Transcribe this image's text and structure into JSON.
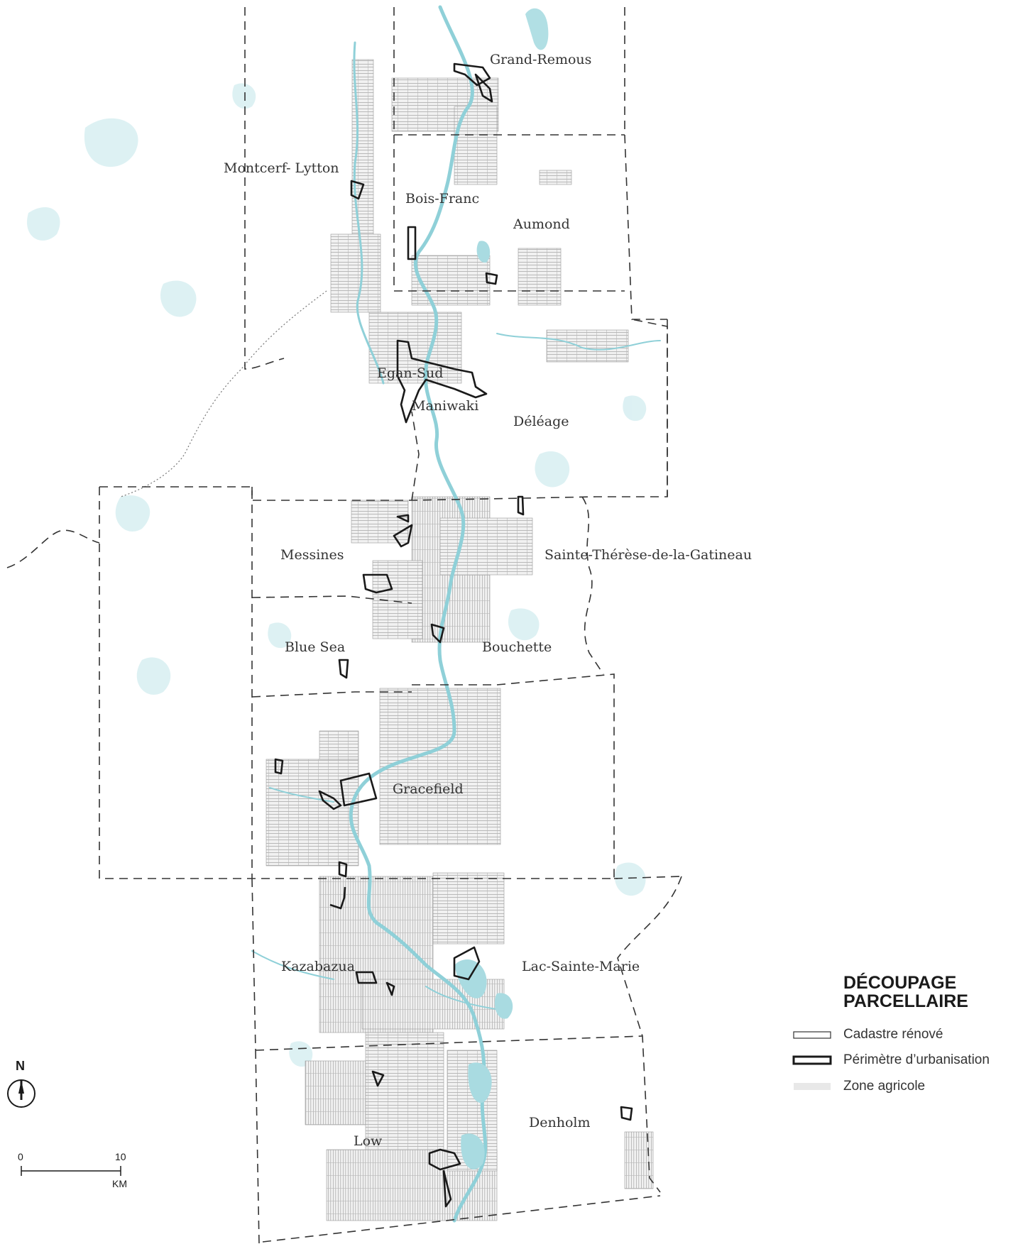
{
  "places": [
    {
      "id": "grand-remous",
      "name": "Grand-Remous"
    },
    {
      "id": "montcerf-lytton",
      "name": "Montcerf- Lytton"
    },
    {
      "id": "bois-franc",
      "name": "Bois-Franc"
    },
    {
      "id": "aumond",
      "name": "Aumond"
    },
    {
      "id": "egan-sud",
      "name": "Egan-Sud"
    },
    {
      "id": "maniwaki",
      "name": "Maniwaki"
    },
    {
      "id": "deleage",
      "name": "Déléage"
    },
    {
      "id": "messines",
      "name": "Messines"
    },
    {
      "id": "sainte-therese",
      "name": "Sainte-Thérèse-de-la-Gatineau"
    },
    {
      "id": "blue-sea",
      "name": "Blue Sea"
    },
    {
      "id": "bouchette",
      "name": "Bouchette"
    },
    {
      "id": "gracefield",
      "name": "Gracefield"
    },
    {
      "id": "kazabazua",
      "name": "Kazabazua"
    },
    {
      "id": "lac-sainte-marie",
      "name": "Lac-Sainte-Marie"
    },
    {
      "id": "denholm",
      "name": "Denholm"
    },
    {
      "id": "low",
      "name": "Low"
    }
  ],
  "legend": {
    "title_line1": "DÉCOUPAGE",
    "title_line2": "PARCELLAIRE",
    "items": [
      {
        "label": "Cadastre rénové"
      },
      {
        "label": "Périmètre d’urbanisation"
      },
      {
        "label": "Zone agricole"
      }
    ]
  },
  "north_arrow": {
    "label": "N"
  },
  "scale_bar": {
    "min_label": "0",
    "max_label": "10",
    "unit": "KM"
  },
  "colors": {
    "water": "#bfe3e8",
    "river": "#8fd0d8",
    "agricultural_zone": "#ececec",
    "urban_perimeter": "#1a1a1a",
    "cadastre": "#9a9a9a",
    "boundary": "#555555"
  }
}
